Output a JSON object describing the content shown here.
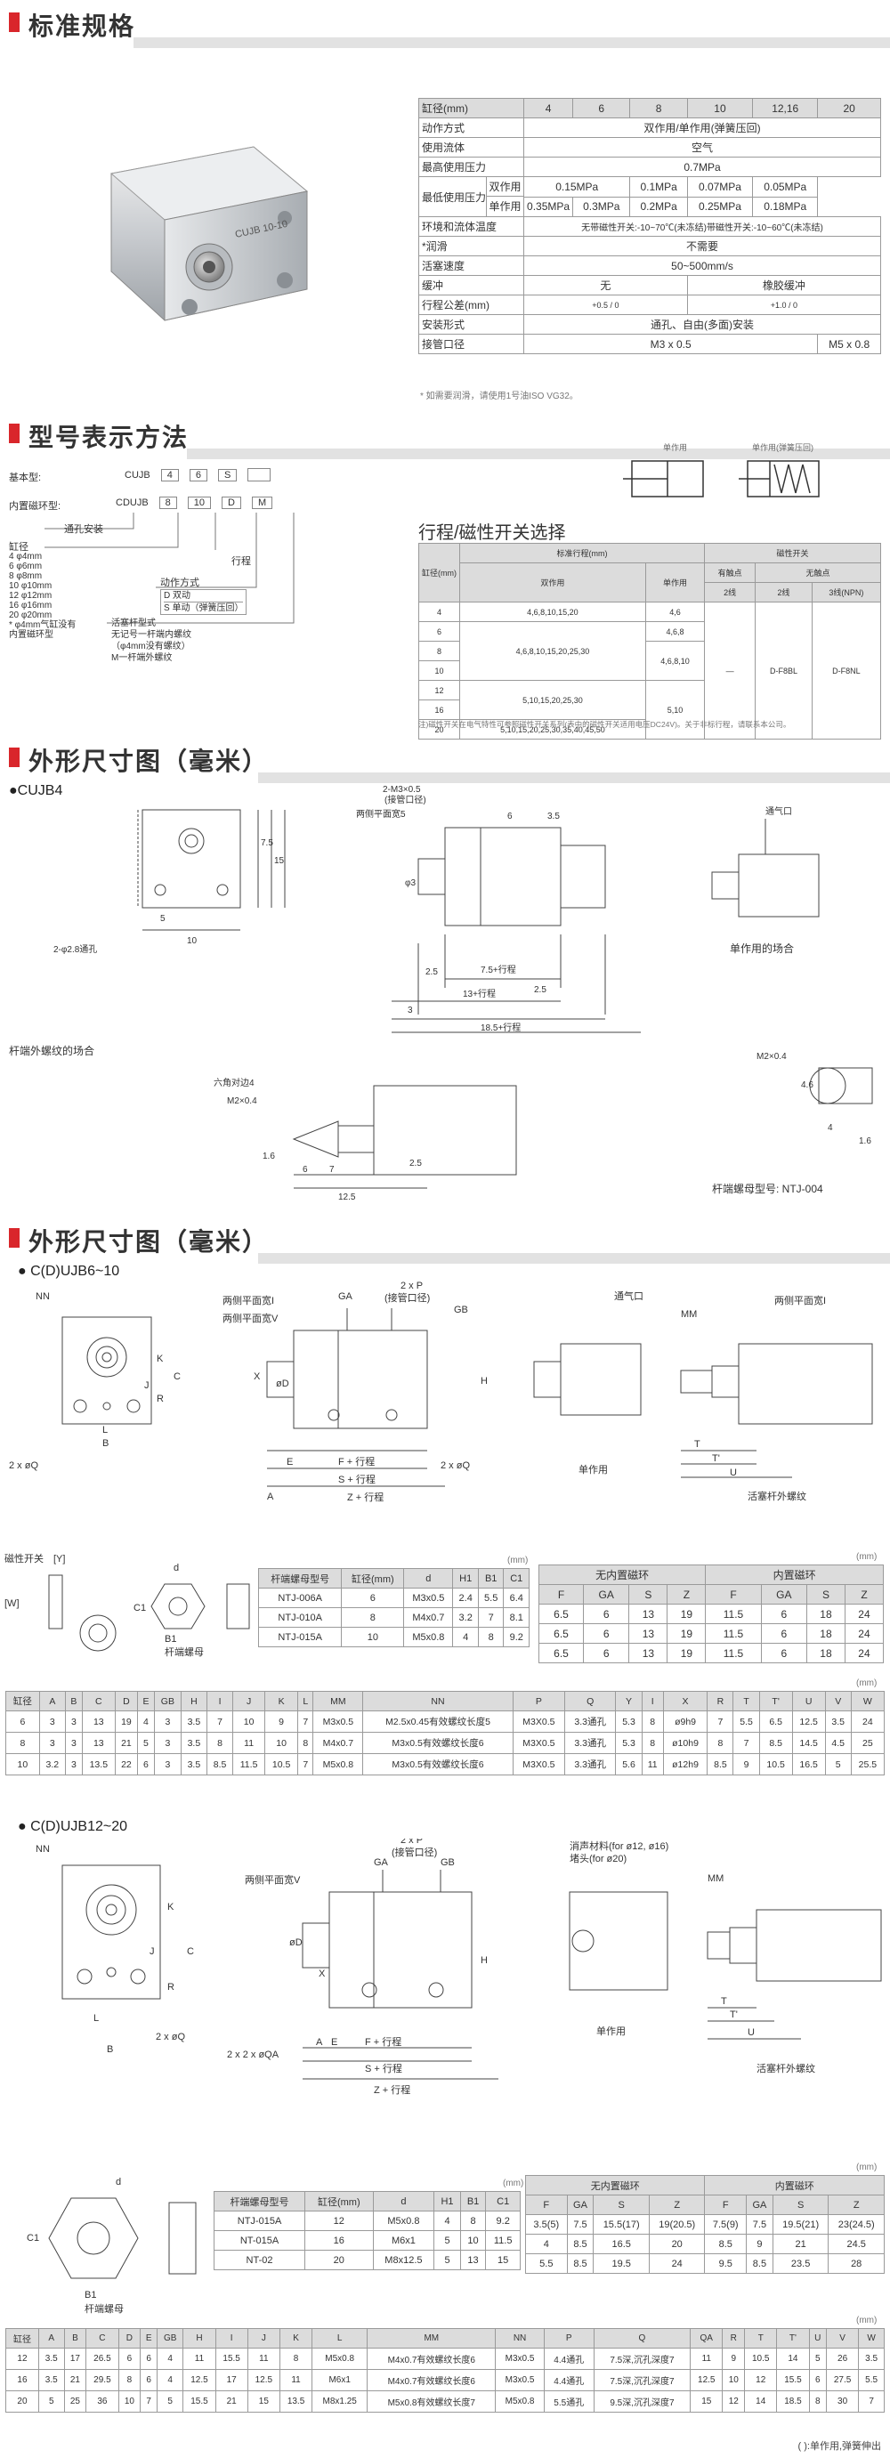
{
  "sections": {
    "s1": "标准规格",
    "s2": "型号表示方法",
    "s3": "外形尺寸图（毫米）",
    "s4": "外形尺寸图（毫米）"
  },
  "product_label": "CUJB 10-10",
  "spec": {
    "header": [
      "缸径(mm)",
      "4",
      "6",
      "8",
      "10",
      "12,16",
      "20"
    ],
    "rows": [
      {
        "label": "动作方式",
        "value": "双作用/单作用(弹簧压回)"
      },
      {
        "label": "使用流体",
        "value": "空气"
      },
      {
        "label": "最高使用压力",
        "value": "0.7MPa"
      },
      {
        "label": "最低使用压力",
        "sub1": "双作用",
        "sub2": "单作用",
        "v1": [
          "0.15MPa",
          "0.1MPa",
          "0.07MPa",
          "0.05MPa"
        ],
        "v2": [
          "0.35MPa",
          "0.3MPa",
          "0.2MPa",
          "0.25MPa",
          "0.18MPa"
        ]
      },
      {
        "label": "环境和流体温度",
        "value": "无带磁性开关:-10~70℃(未冻结)带磁性开关:-10~60℃(未冻结)"
      },
      {
        "label": "*润滑",
        "value": "不需要"
      },
      {
        "label": "活塞速度",
        "value": "50~500mm/s"
      },
      {
        "label": "缓冲",
        "a": "无",
        "b": "橡胶缓冲"
      },
      {
        "label": "行程公差(mm)",
        "a": "+0.5 / 0",
        "b": "+1.0 / 0"
      },
      {
        "label": "安装形式",
        "value": "通孔、自由(多面)安装"
      },
      {
        "label": "接管口径",
        "a": "M3 x 0.5",
        "b": "M5 x 0.8"
      }
    ],
    "footnote": "* 如需要润滑，请使用1号油ISO VG32。"
  },
  "model": {
    "basic_label": "基本型:",
    "basic": [
      "CUJB",
      "4",
      "6",
      "S",
      ""
    ],
    "magnet_label": "内置磁环型:",
    "magnet": [
      "CDUJB",
      "8",
      "10",
      "D",
      "M"
    ],
    "through_hole": "通孔安装",
    "bore_title": "缸径",
    "bores": [
      "4  φ4mm",
      "6  φ6mm",
      "8  φ8mm",
      "10 φ10mm",
      "12 φ12mm",
      "16 φ16mm",
      "20 φ20mm"
    ],
    "bore_note": "* φ4mm气缸没有内置磁环型",
    "stroke": "行程",
    "action_title": "动作方式",
    "actions": [
      "D 双动",
      "S 单动（弹簧压回）"
    ],
    "rod_title": "活塞杆型式",
    "rods": [
      "无记号一杆端内螺纹",
      "（φ4mm没有螺纹）",
      "M一杆端外螺纹"
    ]
  },
  "stroke_table": {
    "title": "行程/磁性开关选择",
    "labels_top": [
      "单作用",
      "单作用(弹簧压回)"
    ],
    "h1": [
      "缸径(mm)",
      "标准行程(mm)",
      "磁性开关"
    ],
    "h2": [
      "双作用",
      "单作用",
      "有触点",
      "无触点"
    ],
    "h3": [
      "2线",
      "2线",
      "3线(NPN)"
    ],
    "rows": [
      [
        "4",
        "4,6,8,10,15,20",
        "4,6"
      ],
      [
        "6",
        "",
        "4,6,8"
      ],
      [
        "8",
        "4,6,8,10,15,20,25,30",
        "4,6,8,10"
      ],
      [
        "10",
        "",
        ""
      ],
      [
        "12",
        "5,10,15,20,25,30",
        "5,10"
      ],
      [
        "16",
        "",
        ""
      ],
      [
        "20",
        "5,10,15,20,25,30,35,40,45,50",
        ""
      ]
    ],
    "switch": [
      "—",
      "D-F8BL",
      "D-F8NL"
    ],
    "note": "注)磁性开关在电气特性可参照磁性开关系列(表中的磁性开关适用电压DC24V)。关于非标行程，请联系本公司。"
  },
  "d1": {
    "title": "●CUJB4",
    "labels": [
      "2-M3×0.5",
      "(接管口径)",
      "两侧平面宽5",
      "通气口",
      "2-φ2.8通孔",
      "7.5+行程",
      "13+行程",
      "18.5+行程",
      "单作用的场合",
      "杆端外螺纹的场合",
      "六角对边4",
      "M2×0.4",
      "杆端螺母型号: NTJ-004"
    ],
    "dims": [
      "5",
      "7.5",
      "15",
      "10",
      "5",
      "6",
      "3.5",
      "φ3",
      "2.5",
      "2.5",
      "3",
      "7",
      "1.6",
      "6",
      "2.5",
      "12.5",
      "4.6",
      "4",
      "1.6"
    ]
  },
  "d2": {
    "title": "● C(D)UJB6~10",
    "labels": [
      "NN",
      "两侧平面宽I",
      "两侧平面宽V",
      "GA",
      "2 x P",
      "(接管口径)",
      "GB",
      "通气口",
      "两侧平面宽I",
      "MM",
      "2 x øQ",
      "F + 行程",
      "S + 行程",
      "Z + 行程",
      "单作用",
      "活塞杆外螺纹",
      "磁性开关",
      "杆端螺母",
      "B1"
    ],
    "letters": [
      "K",
      "J",
      "R",
      "C",
      "B",
      "L",
      "X",
      "H",
      "A",
      "E",
      "øD",
      "T",
      "T'",
      "U",
      "[Y]",
      "[W]",
      "C1",
      "d"
    ]
  },
  "nut1": {
    "unit": "(mm)",
    "head": [
      "杆端螺母型号",
      "缸径(mm)",
      "d",
      "H1",
      "B1",
      "C1"
    ],
    "rows": [
      [
        "NTJ-006A",
        "6",
        "M3x0.5",
        "2.4",
        "5.5",
        "6.4"
      ],
      [
        "NTJ-010A",
        "8",
        "M4x0.7",
        "3.2",
        "7",
        "8.1"
      ],
      [
        "NTJ-015A",
        "10",
        "M5x0.8",
        "4",
        "8",
        "9.2"
      ]
    ]
  },
  "mag1": {
    "unit": "(mm)",
    "g1": "无内置磁环",
    "g2": "内置磁环",
    "head": [
      "F",
      "GA",
      "S",
      "Z",
      "F",
      "GA",
      "S",
      "Z"
    ],
    "rows": [
      [
        "6.5",
        "6",
        "13",
        "19",
        "11.5",
        "6",
        "18",
        "24"
      ],
      [
        "6.5",
        "6",
        "13",
        "19",
        "11.5",
        "6",
        "18",
        "24"
      ],
      [
        "6.5",
        "6",
        "13",
        "19",
        "11.5",
        "6",
        "18",
        "24"
      ]
    ]
  },
  "dim1": {
    "unit": "(mm)",
    "head": [
      "缸径",
      "A",
      "B",
      "C",
      "D",
      "E",
      "GB",
      "H",
      "I",
      "J",
      "K",
      "L",
      "MM",
      "NN",
      "P",
      "Q",
      "Y",
      "I",
      "X",
      "R",
      "T",
      "T'",
      "U",
      "V",
      "W"
    ],
    "rows": [
      [
        "6",
        "3",
        "3",
        "13",
        "19",
        "4",
        "3",
        "3.5",
        "7",
        "10",
        "9",
        "7",
        "M3x0.5",
        "M2.5x0.45有效螺纹长度5",
        "M3X0.5",
        "3.3通孔",
        "5.3",
        "8",
        "ø9h9",
        "7",
        "5.5",
        "6.5",
        "12.5",
        "3.5",
        "24"
      ],
      [
        "8",
        "3",
        "3",
        "13",
        "21",
        "5",
        "3",
        "3.5",
        "8",
        "11",
        "10",
        "8",
        "M4x0.7",
        "M3x0.5有效螺纹长度6",
        "M3X0.5",
        "3.3通孔",
        "5.3",
        "8",
        "ø10h9",
        "8",
        "7",
        "8.5",
        "14.5",
        "4.5",
        "25"
      ],
      [
        "10",
        "3.2",
        "3",
        "13.5",
        "22",
        "6",
        "3",
        "3.5",
        "8.5",
        "11.5",
        "10.5",
        "7",
        "M5x0.8",
        "M3x0.5有效螺纹长度6",
        "M3X0.5",
        "3.3通孔",
        "5.6",
        "11",
        "ø12h9",
        "8.5",
        "9",
        "10.5",
        "16.5",
        "5",
        "25.5"
      ]
    ]
  },
  "d3": {
    "title": "● C(D)UJB12~20",
    "labels": [
      "NN",
      "2 x P",
      "(接管口径)",
      "GA",
      "GB",
      "两侧平面宽V",
      "消声材料(for ø12, ø16)",
      "堵头(for ø20)",
      "MM",
      "2 x øQ",
      "2 x 2 x øQA",
      "E",
      "F + 行程",
      "S + 行程",
      "Z + 行程",
      "单作用",
      "活塞杆外螺纹",
      "杆端螺母",
      "B1"
    ],
    "letters": [
      "K",
      "J",
      "C",
      "R",
      "B",
      "L",
      "øD",
      "X",
      "H",
      "A",
      "T",
      "T'",
      "U",
      "C1",
      "d"
    ]
  },
  "nut2": {
    "unit": "(mm)",
    "head": [
      "杆端螺母型号",
      "缸径(mm)",
      "d",
      "H1",
      "B1",
      "C1"
    ],
    "rows": [
      [
        "NTJ-015A",
        "12",
        "M5x0.8",
        "4",
        "8",
        "9.2"
      ],
      [
        "NT-015A",
        "16",
        "M6x1",
        "5",
        "10",
        "11.5"
      ],
      [
        "NT-02",
        "20",
        "M8x12.5",
        "5",
        "13",
        "15"
      ]
    ]
  },
  "mag2": {
    "unit": "(mm)",
    "g1": "无内置磁环",
    "g2": "内置磁环",
    "head": [
      "F",
      "GA",
      "S",
      "Z",
      "F",
      "GA",
      "S",
      "Z"
    ],
    "rows": [
      [
        "3.5(5)",
        "7.5",
        "15.5(17)",
        "19(20.5)",
        "7.5(9)",
        "7.5",
        "19.5(21)",
        "23(24.5)"
      ],
      [
        "4",
        "8.5",
        "16.5",
        "20",
        "8.5",
        "9",
        "21",
        "24.5"
      ],
      [
        "5.5",
        "8.5",
        "19.5",
        "24",
        "9.5",
        "8.5",
        "23.5",
        "28"
      ]
    ]
  },
  "dim2": {
    "unit": "(mm)",
    "head": [
      "缸径",
      "A",
      "B",
      "C",
      "D",
      "E",
      "GB",
      "H",
      "I",
      "J",
      "K",
      "L",
      "MM",
      "NN",
      "P",
      "Q",
      "QA",
      "R",
      "T",
      "T'",
      "U",
      "V",
      "W"
    ],
    "rows": [
      [
        "12",
        "3.5",
        "17",
        "26.5",
        "6",
        "6",
        "4",
        "11",
        "15.5",
        "11",
        "8",
        "M5x0.8",
        "M4x0.7有效螺纹长度6",
        "M3x0.5",
        "4.4通孔",
        "7.5深,沉孔深度7",
        "11",
        "9",
        "10.5",
        "14",
        "5",
        "26",
        "3.5"
      ],
      [
        "16",
        "3.5",
        "21",
        "29.5",
        "8",
        "6",
        "4",
        "12.5",
        "17",
        "12.5",
        "11",
        "M6x1",
        "M4x0.7有效螺纹长度6",
        "M3x0.5",
        "4.4通孔",
        "7.5深,沉孔深度7",
        "12.5",
        "10",
        "12",
        "15.5",
        "6",
        "27.5",
        "5.5"
      ],
      [
        "20",
        "5",
        "25",
        "36",
        "10",
        "7",
        "5",
        "15.5",
        "21",
        "15",
        "13.5",
        "M8x1.25",
        "M5x0.8有效螺纹长度7",
        "M5x0.8",
        "5.5通孔",
        "9.5深,沉孔深度7",
        "15",
        "12",
        "14",
        "18.5",
        "8",
        "30",
        "7"
      ]
    ],
    "footnote": "( ):单作用,弹簧伸出"
  }
}
